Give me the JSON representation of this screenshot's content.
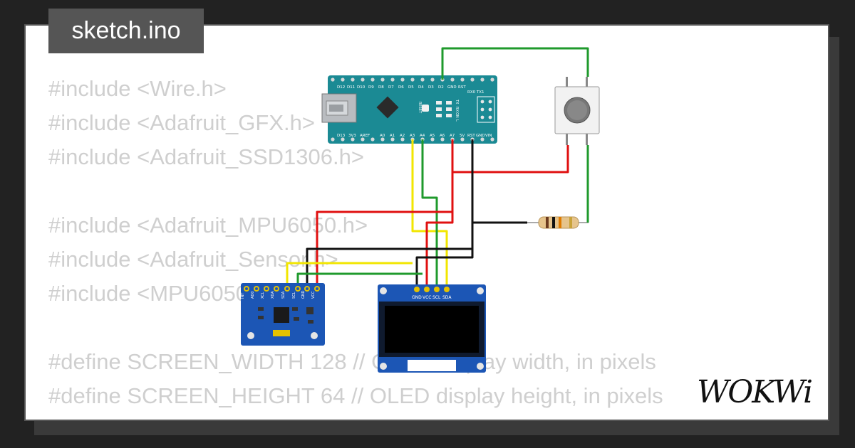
{
  "tab": {
    "filename": "sketch.ino"
  },
  "code_lines": [
    "#include <Wire.h>",
    "#include <Adafruit_GFX.h>",
    "#include <Adafruit_SSD1306.h>",
    "",
    "#include <Adafruit_MPU6050.h>",
    "#include <Adafruit_Sensor.h>",
    "#include <MPU6050.h>",
    "",
    "#define SCREEN_WIDTH 128 // OLED display width, in pixels",
    "#define SCREEN_HEIGHT 64 // OLED display height, in pixels"
  ],
  "brand": {
    "logo": "WOKWi"
  },
  "arduino": {
    "top_pins": [
      "D12",
      "D11",
      "D10",
      "D9",
      "D8",
      "D7",
      "D6",
      "D5",
      "D4",
      "D3",
      "D2",
      "GND",
      "RST"
    ],
    "extra_top": "RX0 TX1",
    "bottom_pins": [
      "D13",
      "3V3",
      "AREF",
      "A0",
      "A1",
      "A2",
      "A3",
      "A4",
      "A5",
      "A6",
      "A7",
      "5V",
      "RST",
      "GND",
      "VIN"
    ],
    "reset_label": "RESET",
    "led_labels": [
      "TX",
      "RX",
      "ON",
      "L"
    ]
  },
  "mpu6050": {
    "pins": [
      "INT",
      "AD0",
      "XCL",
      "XDA",
      "SDA",
      "SCL",
      "GND",
      "VCC"
    ]
  },
  "oled": {
    "pins": [
      "GND",
      "VCC",
      "SCL",
      "SDA"
    ]
  },
  "colors": {
    "wire_green": "#1f9a2c",
    "wire_red": "#e01010",
    "wire_black": "#111111",
    "wire_yellow": "#f2e600",
    "board_teal": "#1b8a94",
    "board_blue": "#1c56b5"
  }
}
